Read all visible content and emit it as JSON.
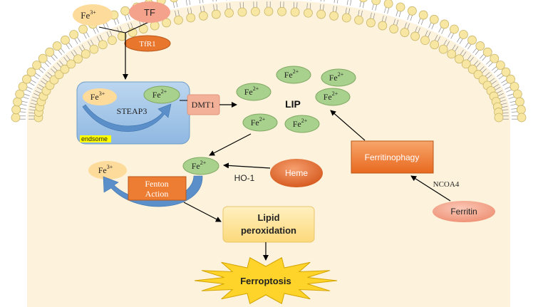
{
  "colors": {
    "cell_fill": "#fdf3dc",
    "lipid_head": "#f7e7a3",
    "lipid_head_stroke": "#c9b468",
    "lipid_tail": "#8c8c8c",
    "fe3_fill": "#fddb9a",
    "fe2_fill": "#a9d18e",
    "fe2_stroke": "#7fa862",
    "tf_fill": "#f4a28c",
    "tfr1_fill": "#e8762c",
    "endosome_fill": "#9dc3e6",
    "endosome_stroke": "#6f9cc8",
    "dmt1_fill": "#f4b19a",
    "heme_fill": "#e46c2c",
    "ferritinophagy_fill": "#f0823a",
    "ferritin_fill": "#f6a88e",
    "fenton_fill": "#ee7d34",
    "lipid_box_fill": "#fde49a",
    "ferroptosis_fill": "#ffd42a",
    "arrow_blue": "#5b8fc9",
    "endosome_label_bg": "#ffff00"
  },
  "labels": {
    "fe3_outside": {
      "main": "Fe",
      "sup": "3+"
    },
    "tf": "TF",
    "tfr1": "TfR1",
    "fe3_endosome": {
      "main": "Fe",
      "sup": "3+"
    },
    "fe2_endosome": {
      "main": "Fe",
      "sup": "2+"
    },
    "steap3": "STEAP3",
    "endsome": "endsome",
    "dmt1": "DMT1",
    "lip": "LIP",
    "lip_ions": [
      {
        "main": "Fe",
        "sup": "2+"
      },
      {
        "main": "Fe",
        "sup": "2+"
      },
      {
        "main": "Fe",
        "sup": "2+"
      },
      {
        "main": "Fe",
        "sup": "2+"
      },
      {
        "main": "Fe",
        "sup": "2+"
      },
      {
        "main": "Fe",
        "sup": "2+"
      }
    ],
    "fe2_cytosol": {
      "main": "Fe",
      "sup": "2+"
    },
    "fe3_cytosol": {
      "main": "Fe",
      "sup": "3+"
    },
    "fenton_line1": "Fenton",
    "fenton_line2": "Action",
    "heme": "Heme",
    "ho1": "HO-1",
    "ferritinophagy": "Ferritinophagy",
    "ncoa4": "NCOA4",
    "ferritin": "Ferritin",
    "lipid_line1": "Lipid",
    "lipid_line2": "peroxidation",
    "ferroptosis": "Ferroptosis"
  }
}
